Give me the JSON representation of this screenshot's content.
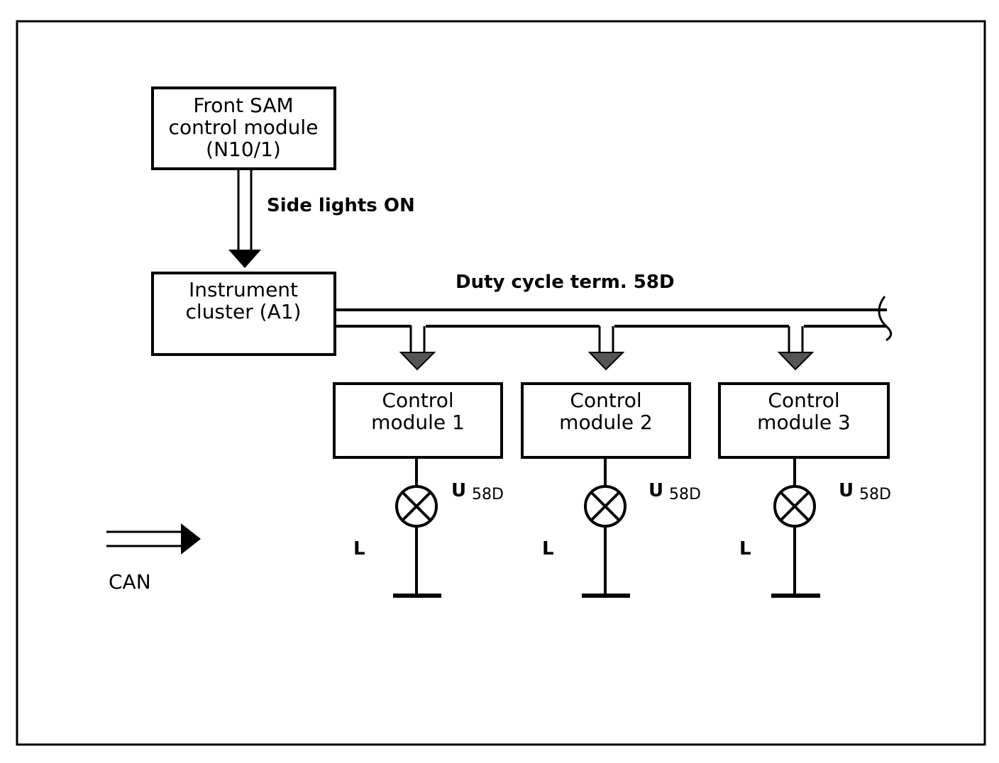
{
  "front_sam": {
    "line1": "Front SAM",
    "line2": "control module",
    "line3": "(N10/1)"
  },
  "signal_label": "Side lights ON",
  "instrument_cluster": {
    "line1": "Instrument",
    "line2": "cluster (A1)"
  },
  "bus_label": "Duty cycle term. 58D",
  "modules": [
    {
      "line1": "Control",
      "line2": "module 1",
      "voltage": "U",
      "voltage_sub": "58D",
      "load": "L"
    },
    {
      "line1": "Control",
      "line2": "module 2",
      "voltage": "U",
      "voltage_sub": "58D",
      "load": "L"
    },
    {
      "line1": "Control",
      "line2": "module 3",
      "voltage": "U",
      "voltage_sub": "58D",
      "load": "L"
    }
  ],
  "legend": {
    "label": "CAN"
  }
}
